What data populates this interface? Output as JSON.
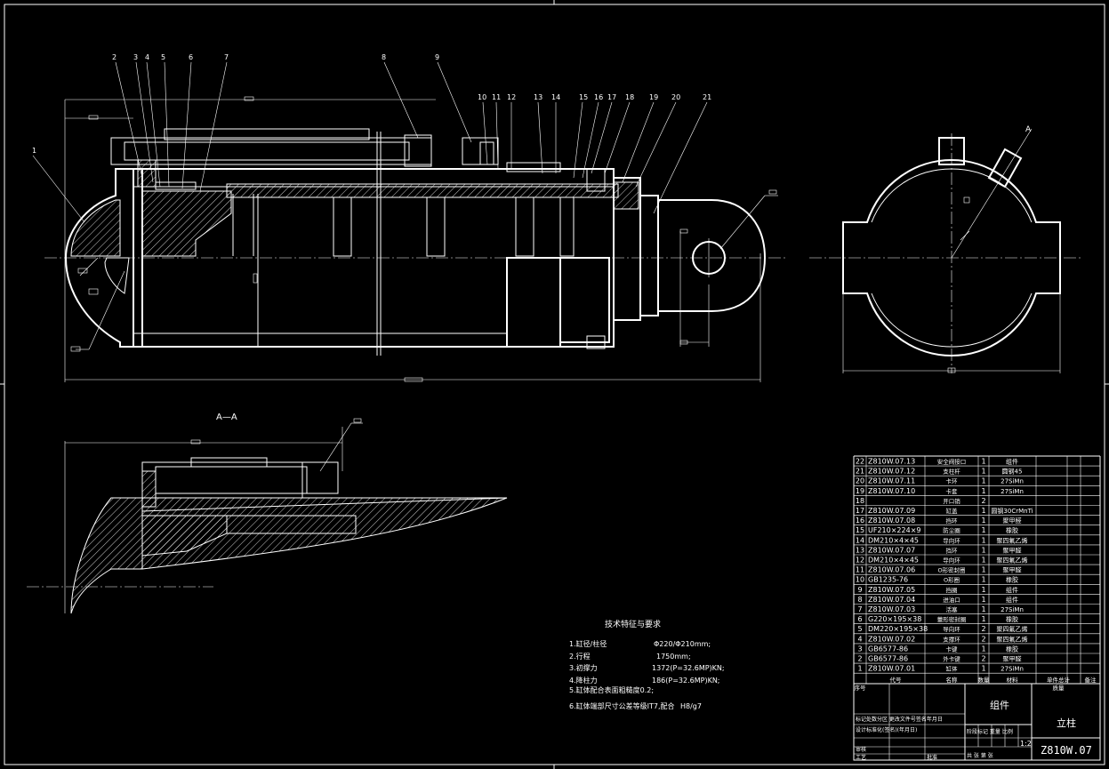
{
  "section_label": "A—A",
  "view_marker": "A",
  "balloons": [
    "1",
    "2",
    "3",
    "4",
    "5",
    "6",
    "7",
    "8",
    "9",
    "10",
    "11",
    "12",
    "13",
    "14",
    "15",
    "16",
    "17",
    "18",
    "19",
    "20",
    "21"
  ],
  "tech": {
    "title": "技术特征与要求",
    "lines": [
      {
        "label": "1.缸径/柱径",
        "value": "Φ220/Φ210mm;"
      },
      {
        "label": "2.行程",
        "value": "1750mm;"
      },
      {
        "label": "3.初撑力",
        "value": "1372(P=32.6MP)KN;"
      },
      {
        "label": "4.降柱力",
        "value": "186(P=32.6MP)KN;"
      },
      {
        "label": "5.缸体配合表面粗糙度0.2;",
        "value": ""
      },
      {
        "label": "6.缸体端部尺寸公差等级IT7,配合",
        "value": "H8/g7"
      }
    ]
  },
  "parts": [
    {
      "no": "22",
      "code": "Z810W.07.13",
      "name": "安全阀接口",
      "qty": "1",
      "mat": "组件"
    },
    {
      "no": "21",
      "code": "Z810W.07.12",
      "name": "支柱杆",
      "qty": "1",
      "mat": "圆钢45"
    },
    {
      "no": "20",
      "code": "Z810W.07.11",
      "name": "卡环",
      "qty": "1",
      "mat": "27SiMn"
    },
    {
      "no": "19",
      "code": "Z810W.07.10",
      "name": "卡套",
      "qty": "1",
      "mat": "27SiMn"
    },
    {
      "no": "18",
      "code": "",
      "name": "开口销",
      "qty": "2",
      "mat": ""
    },
    {
      "no": "17",
      "code": "Z810W.07.09",
      "name": "缸盖",
      "qty": "1",
      "mat": "圆钢30CrMnTi"
    },
    {
      "no": "16",
      "code": "Z810W.07.08",
      "name": "挡环",
      "qty": "1",
      "mat": "聚甲醛"
    },
    {
      "no": "15",
      "code": "UF210×224×9",
      "name": "防尘圈",
      "qty": "1",
      "mat": "橡胶"
    },
    {
      "no": "14",
      "code": "DM210×4×45",
      "name": "导向环",
      "qty": "1",
      "mat": "聚四氟乙烯"
    },
    {
      "no": "13",
      "code": "Z810W.07.07",
      "name": "挡环",
      "qty": "1",
      "mat": "聚甲醛"
    },
    {
      "no": "12",
      "code": "DM210×4×45",
      "name": "导向环",
      "qty": "1",
      "mat": "聚四氟乙烯"
    },
    {
      "no": "11",
      "code": "Z810W.07.06",
      "name": "O形密封圈",
      "qty": "1",
      "mat": "聚甲醛"
    },
    {
      "no": "10",
      "code": "GB1235-76",
      "name": "O形圈",
      "qty": "1",
      "mat": "橡胶"
    },
    {
      "no": "9",
      "code": "Z810W.07.05",
      "name": "挡圈",
      "qty": "1",
      "mat": "组件"
    },
    {
      "no": "8",
      "code": "Z810W.07.04",
      "name": "进油口",
      "qty": "1",
      "mat": "组件"
    },
    {
      "no": "7",
      "code": "Z810W.07.03",
      "name": "活塞",
      "qty": "1",
      "mat": "27SiMn"
    },
    {
      "no": "6",
      "code": "G220×195×38",
      "name": "蕾形密封圈",
      "qty": "1",
      "mat": "橡胶"
    },
    {
      "no": "5",
      "code": "DM220×195×38",
      "name": "导向环",
      "qty": "2",
      "mat": "聚四氟乙烯"
    },
    {
      "no": "4",
      "code": "Z810W.07.02",
      "name": "支撑环",
      "qty": "2",
      "mat": "聚四氟乙烯"
    },
    {
      "no": "3",
      "code": "GB6577-86",
      "name": "卡键",
      "qty": "1",
      "mat": "橡胶"
    },
    {
      "no": "2",
      "code": "GB6577-86",
      "name": "外卡键",
      "qty": "2",
      "mat": "聚甲醛"
    },
    {
      "no": "1",
      "code": "Z810W.07.01",
      "name": "缸体",
      "qty": "1",
      "mat": "27SiMn"
    }
  ],
  "parts_header": {
    "no": "序号",
    "code": "代号",
    "name": "名称",
    "qty": "数量",
    "mat": "材料",
    "weight": "单件总计",
    "weight_sub": "质量",
    "remark": "备注"
  },
  "title_block": {
    "name": "组件",
    "drawing_title": "立柱",
    "drawing_no": "Z810W.07",
    "scale": "1:2",
    "rev_labels": "标记处数分区  更改文件号签名年月日",
    "rev_labels2": "设计标准化(签名)(年月日)",
    "stage_labels": "阶段标记  重量  比例",
    "sheet_labels": "共 张  第 张",
    "check_label": "审核",
    "process_label": "工艺",
    "approve_label": "批准"
  },
  "colors": {
    "background": "#000000",
    "lines": "#ffffff"
  }
}
